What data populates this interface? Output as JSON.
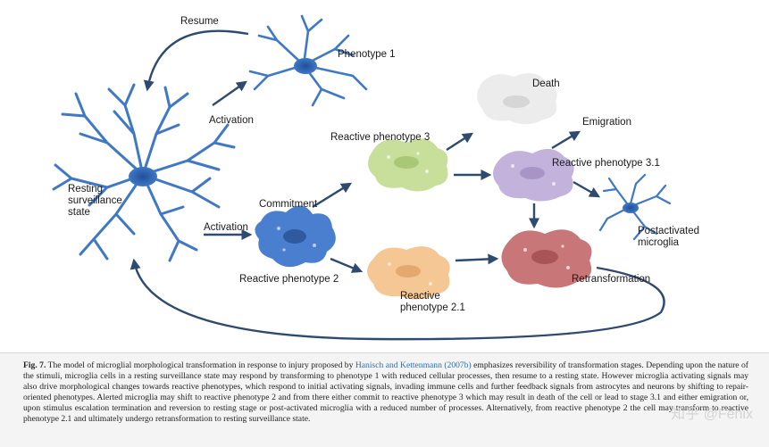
{
  "figure": {
    "labels": {
      "resume": "Resume",
      "phenotype1": "Phenotype 1",
      "activation_top": "Activation",
      "resting_line1": "Resting",
      "resting_line2": "surveillance",
      "resting_line3": "state",
      "commitment": "Commitment",
      "activation_bottom": "Activation",
      "reactive2": "Reactive phenotype 2",
      "reactive3": "Reactive phenotype 3",
      "death": "Death",
      "emigration": "Emigration",
      "reactive31": "Reactive phenotype 3.1",
      "postactivated_line1": "Postactivated",
      "postactivated_line2": "microglia",
      "reactive21_line1": "Reactive",
      "reactive21_line2": "phenotype 2.1",
      "retransformation": "Retransformation"
    },
    "colors": {
      "resting": "#3f78c4",
      "phenotype1": "#3f78c4",
      "reactive2": "#4a7fd0",
      "reactive3": "#c7df9a",
      "death": "#ececec",
      "reactive31": "#c3b3dc",
      "postactivated": "#3f78c4",
      "reactive21": "#f4c795",
      "retransformation": "#c97678",
      "arrow": "#2e4a70"
    }
  },
  "caption": {
    "fig_label": "Fig. 7.",
    "text_before_ref": " The model of microglial morphological transformation in response to injury proposed by ",
    "ref": "Hanisch and Kettenmann (2007b)",
    "text_after_ref": " emphasizes reversibility of transformation stages. Depending upon the nature of the stimuli, microglia cells in a resting surveillance state may respond by transforming to phenotype 1 with reduced cellular processes, then resume to a resting state. However microglia activating signals may also drive morphological changes towards reactive phenotypes, which respond to initial activating signals, invading immune cells and further feedback signals from astrocytes and neurons by shifting to repair-oriented phenotypes. Alerted microglia may shift to reactive phenotype 2 and from there either commit to reactive phenotype 3 which may result in death of the cell or lead to stage 3.1 and either emigration or, upon stimulus escalation termination and reversion to resting stage or post-activated microglia with a reduced number of processes. Alternatively, from reactive phenotype 2 the cell may transform to reactive phenotype 2.1 and ultimately undergo retransformation to resting surveillance state."
  },
  "watermark": "知乎 @Fenix"
}
